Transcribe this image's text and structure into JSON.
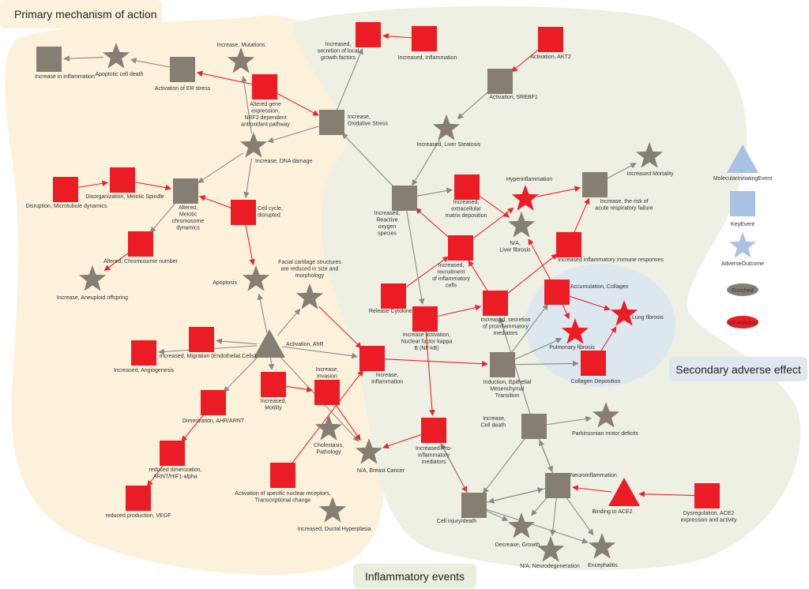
{
  "titles": {
    "primary": "Primary mechanism of action",
    "secondary": "Secondary adverse effect",
    "inflammatory": "Inflammatory events"
  },
  "colors": {
    "enriched": "#857f73",
    "not_enriched": "#ec1c24",
    "edge_gray": "#8a8a84",
    "edge_red": "#e8242b"
  },
  "legend": [
    {
      "shape": "triangle",
      "label": "MolecularInitiatingEvent"
    },
    {
      "shape": "square",
      "label": "KeyEvent"
    },
    {
      "shape": "star",
      "label": "AdverseOutcome"
    },
    {
      "shape": "ellipse",
      "status": "enriched",
      "label": "Enriched"
    },
    {
      "shape": "ellipse",
      "status": "not",
      "label": "Not enriched"
    }
  ],
  "nodes": [
    {
      "id": "n1",
      "shape": "square",
      "status": "enriched",
      "label": [
        "Increase in inflammation"
      ]
    },
    {
      "id": "n2",
      "shape": "star",
      "status": "enriched",
      "label": [
        "Apoptotic cell death"
      ]
    },
    {
      "id": "n3",
      "shape": "square",
      "status": "enriched",
      "label": [
        "Activation of ER stress"
      ]
    },
    {
      "id": "n4",
      "shape": "star",
      "status": "enriched",
      "label": [
        "Increase, Mutations"
      ]
    },
    {
      "id": "n5",
      "shape": "square",
      "status": "not",
      "label": [
        "Altered gene",
        "expression,",
        "NRF2 dependent",
        "antioxidant pathway"
      ]
    },
    {
      "id": "n6",
      "shape": "square",
      "status": "enriched",
      "label": [
        "Increase,",
        "Oxidative Stress"
      ]
    },
    {
      "id": "n7",
      "shape": "star",
      "status": "enriched",
      "label": [
        "Increase, DNA damage"
      ]
    },
    {
      "id": "n8",
      "shape": "square",
      "status": "not",
      "label": [
        "Disruption, Microtubule dynamics"
      ]
    },
    {
      "id": "n9",
      "shape": "square",
      "status": "not",
      "label": [
        "Disorganization, Meiotic Spindle"
      ]
    },
    {
      "id": "n10",
      "shape": "square",
      "status": "enriched",
      "label": [
        "Altered,",
        "Meiotic",
        "chromosome",
        "dynamics"
      ]
    },
    {
      "id": "n11",
      "shape": "square",
      "status": "not",
      "label": [
        "Cell cycle,",
        "disrupted"
      ]
    },
    {
      "id": "n12",
      "shape": "square",
      "status": "not",
      "label": [
        "Altered, Chromosome number"
      ]
    },
    {
      "id": "n13",
      "shape": "star",
      "status": "enriched",
      "label": [
        "Increase, Aneuploid offspring"
      ]
    },
    {
      "id": "n14",
      "shape": "star",
      "status": "enriched",
      "label": [
        "Apoptosis"
      ]
    },
    {
      "id": "n15",
      "shape": "star",
      "status": "enriched",
      "label": [
        "Facial cartilage structures",
        "are reduced in size and",
        "morphology"
      ]
    },
    {
      "id": "n16",
      "shape": "triangle",
      "status": "enriched",
      "label": [
        "Activation, AhR"
      ]
    },
    {
      "id": "n17",
      "shape": "square",
      "status": "not",
      "label": [
        "Increased, Migration (Endothelial Cells)"
      ]
    },
    {
      "id": "n18",
      "shape": "square",
      "status": "not",
      "label": [
        "Increased, Angiogenesis"
      ]
    },
    {
      "id": "n19",
      "shape": "square",
      "status": "not",
      "label": [
        "Dimerization, AHR/ARNT"
      ]
    },
    {
      "id": "n20",
      "shape": "square",
      "status": "not",
      "label": [
        "Increased,",
        "Motility"
      ]
    },
    {
      "id": "n21",
      "shape": "square",
      "status": "not",
      "label": [
        "Increase,",
        "Invasion"
      ]
    },
    {
      "id": "n22",
      "shape": "square",
      "status": "not",
      "label": [
        "Increase,",
        "Inflammation"
      ]
    },
    {
      "id": "n23",
      "shape": "star",
      "status": "enriched",
      "label": [
        "Cholestasis,",
        "Pathology"
      ]
    },
    {
      "id": "n24",
      "shape": "star",
      "status": "enriched",
      "label": [
        "N/A, Breast Cancer"
      ]
    },
    {
      "id": "n25",
      "shape": "square",
      "status": "not",
      "label": [
        "reduced dimerization,",
        "ARNT/HIF1-alpha"
      ]
    },
    {
      "id": "n26",
      "shape": "square",
      "status": "not",
      "label": [
        "reduced production, VEGF"
      ]
    },
    {
      "id": "n27",
      "shape": "square",
      "status": "not",
      "label": [
        "Activation of specific nuclear receptors,",
        "Transcriptional change"
      ]
    },
    {
      "id": "n28",
      "shape": "star",
      "status": "enriched",
      "label": [
        "Increased, Ductal Hyperplasia"
      ]
    },
    {
      "id": "r1",
      "shape": "square",
      "status": "not",
      "label": [
        "Increased,",
        "secretion of local",
        "growth factors"
      ]
    },
    {
      "id": "r2",
      "shape": "square",
      "status": "not",
      "label": [
        "Increased, Inflammation"
      ]
    },
    {
      "id": "r3",
      "shape": "square",
      "status": "not",
      "label": [
        "Activation, AKT2"
      ]
    },
    {
      "id": "r4",
      "shape": "square",
      "status": "enriched",
      "label": [
        "Activation, SREBF1"
      ]
    },
    {
      "id": "r5",
      "shape": "star",
      "status": "enriched",
      "label": [
        "Increased, Liver Steatosis"
      ]
    },
    {
      "id": "r6",
      "shape": "square",
      "status": "enriched",
      "label": [
        "Increased,",
        "Reactive",
        "oxygen",
        "species"
      ]
    },
    {
      "id": "r7",
      "shape": "square",
      "status": "not",
      "label": [
        "Increased,",
        "extracellular",
        "matrix deposition"
      ]
    },
    {
      "id": "r8",
      "shape": "star",
      "status": "not",
      "label": [
        "Hyperinflammation"
      ]
    },
    {
      "id": "r9",
      "shape": "star",
      "status": "enriched",
      "label": [
        "N/A,",
        "Liver fibrosis"
      ]
    },
    {
      "id": "r10",
      "shape": "square",
      "status": "enriched",
      "label": [
        "Increase, the risk of",
        "acute respiratory failure"
      ]
    },
    {
      "id": "r11",
      "shape": "star",
      "status": "enriched",
      "label": [
        "Increased Mortality"
      ]
    },
    {
      "id": "r12",
      "shape": "square",
      "status": "not",
      "label": [
        "Increased,",
        "recruitment",
        "of inflammatory",
        "cells"
      ]
    },
    {
      "id": "r13",
      "shape": "square",
      "status": "not",
      "label": [
        "Increased inflammatory immune responses"
      ]
    },
    {
      "id": "r14",
      "shape": "square",
      "status": "not",
      "label": [
        "Release Cytokines"
      ]
    },
    {
      "id": "r15",
      "shape": "square",
      "status": "not",
      "label": [
        "Increase activation,",
        "Nuclear factor kappa",
        "B (NF-kB)"
      ]
    },
    {
      "id": "r16",
      "shape": "square",
      "status": "not",
      "label": [
        "Increased, secretion",
        "of proinflammatory",
        "mediators"
      ]
    },
    {
      "id": "r17",
      "shape": "square",
      "status": "not",
      "label": [
        "Accumulation, Collagen"
      ]
    },
    {
      "id": "r18",
      "shape": "star",
      "status": "not",
      "label": [
        "Pulmonary fibrosis"
      ]
    },
    {
      "id": "r19",
      "shape": "star",
      "status": "not",
      "label": [
        "Lung fibrosis"
      ]
    },
    {
      "id": "r20",
      "shape": "square",
      "status": "not",
      "label": [
        "Collagen Deposition"
      ]
    },
    {
      "id": "r21",
      "shape": "square",
      "status": "enriched",
      "label": [
        "Induction, Epithelial",
        "Mesenchymal",
        "Transition"
      ]
    },
    {
      "id": "r22",
      "shape": "square",
      "status": "enriched",
      "label": [
        "Increase,",
        "Cell death"
      ]
    },
    {
      "id": "r23",
      "shape": "star",
      "status": "enriched",
      "label": [
        "Parkinsonian motor deficits"
      ]
    },
    {
      "id": "r24",
      "shape": "square",
      "status": "not",
      "label": [
        "Increased Pro-",
        "inflammatory",
        "mediators"
      ]
    },
    {
      "id": "r25",
      "shape": "square",
      "status": "enriched",
      "label": [
        "Neuroinflammation"
      ]
    },
    {
      "id": "r26",
      "shape": "triangle",
      "status": "not",
      "label": [
        "Binding to ACE2"
      ]
    },
    {
      "id": "r27",
      "shape": "square",
      "status": "not",
      "label": [
        "Dysregulation, ACE2",
        "expression and activity"
      ]
    },
    {
      "id": "r28",
      "shape": "square",
      "status": "enriched",
      "label": [
        "Cell injury/death"
      ]
    },
    {
      "id": "r29",
      "shape": "star",
      "status": "enriched",
      "label": [
        "Decrease, Growth"
      ]
    },
    {
      "id": "r30",
      "shape": "star",
      "status": "enriched",
      "label": [
        "N/A, Neurodegeneration"
      ]
    },
    {
      "id": "r31",
      "shape": "star",
      "status": "enriched",
      "label": [
        "Encephalitis"
      ]
    }
  ],
  "edges": [
    [
      "n2",
      "n1",
      "gray"
    ],
    [
      "n3",
      "n2",
      "gray"
    ],
    [
      "n5",
      "n3",
      "red"
    ],
    [
      "n5",
      "n6",
      "red"
    ],
    [
      "n6",
      "n7",
      "gray"
    ],
    [
      "n7",
      "n4",
      "gray"
    ],
    [
      "n7",
      "n10",
      "gray"
    ],
    [
      "n7",
      "n11",
      "gray"
    ],
    [
      "n8",
      "n9",
      "red"
    ],
    [
      "n9",
      "n10",
      "red"
    ],
    [
      "n11",
      "n10",
      "red"
    ],
    [
      "n10",
      "n12",
      "gray"
    ],
    [
      "n12",
      "n13",
      "red"
    ],
    [
      "n11",
      "n14",
      "red"
    ],
    [
      "n6",
      "r1",
      "gray"
    ],
    [
      "r2",
      "r1",
      "red"
    ],
    [
      "r3",
      "r4",
      "red"
    ],
    [
      "r4",
      "r5",
      "gray"
    ],
    [
      "r5",
      "r6",
      "gray"
    ],
    [
      "r6",
      "n6",
      "gray"
    ],
    [
      "r6",
      "r7",
      "gray"
    ],
    [
      "r7",
      "r9",
      "red"
    ],
    [
      "r8",
      "r10",
      "red"
    ],
    [
      "r10",
      "r11",
      "gray"
    ],
    [
      "r12",
      "r6",
      "red"
    ],
    [
      "r12",
      "r8",
      "red"
    ],
    [
      "r13",
      "r10",
      "red"
    ],
    [
      "r14",
      "r12",
      "red"
    ],
    [
      "r15",
      "r16",
      "red"
    ],
    [
      "r16",
      "r12",
      "red"
    ],
    [
      "r16",
      "r13",
      "red"
    ],
    [
      "r6",
      "r15",
      "gray"
    ],
    [
      "r17",
      "r9",
      "red"
    ],
    [
      "r17",
      "r18",
      "red"
    ],
    [
      "r17",
      "r19",
      "red"
    ],
    [
      "r20",
      "r19",
      "red"
    ],
    [
      "r21",
      "r17",
      "gray"
    ],
    [
      "r21",
      "r18",
      "gray"
    ],
    [
      "r21",
      "r20",
      "gray"
    ],
    [
      "n22",
      "r21",
      "red"
    ],
    [
      "n15",
      "n22",
      "red"
    ],
    [
      "n16",
      "n14",
      "gray"
    ],
    [
      "n16",
      "n15",
      "gray"
    ],
    [
      "n16",
      "n17",
      "gray"
    ],
    [
      "n16",
      "n18",
      "gray"
    ],
    [
      "n16",
      "n19",
      "gray"
    ],
    [
      "n16",
      "n20",
      "gray"
    ],
    [
      "n16",
      "n22",
      "gray"
    ],
    [
      "n16",
      "n24",
      "gray"
    ],
    [
      "n20",
      "n21",
      "red"
    ],
    [
      "n21",
      "n24",
      "red"
    ],
    [
      "n19",
      "n25",
      "red"
    ],
    [
      "n25",
      "n26",
      "red"
    ],
    [
      "n27",
      "n22",
      "red"
    ],
    [
      "r15",
      "r24",
      "red"
    ],
    [
      "r24",
      "n24",
      "red"
    ],
    [
      "r24",
      "r28",
      "red"
    ],
    [
      "r28",
      "r24",
      "gray"
    ],
    [
      "r28",
      "r25",
      "gray"
    ],
    [
      "r25",
      "r28",
      "gray"
    ],
    [
      "r22",
      "r23",
      "gray"
    ],
    [
      "r22",
      "r25",
      "gray"
    ],
    [
      "r22",
      "r28",
      "gray"
    ],
    [
      "r25",
      "r22",
      "gray"
    ],
    [
      "r25",
      "r29",
      "gray"
    ],
    [
      "r25",
      "r30",
      "gray"
    ],
    [
      "r25",
      "r31",
      "gray"
    ],
    [
      "r28",
      "r29",
      "gray"
    ],
    [
      "r28",
      "r31",
      "gray"
    ],
    [
      "r26",
      "r25",
      "red"
    ],
    [
      "r27",
      "r26",
      "red"
    ],
    [
      "r22",
      "r16",
      "gray"
    ]
  ]
}
